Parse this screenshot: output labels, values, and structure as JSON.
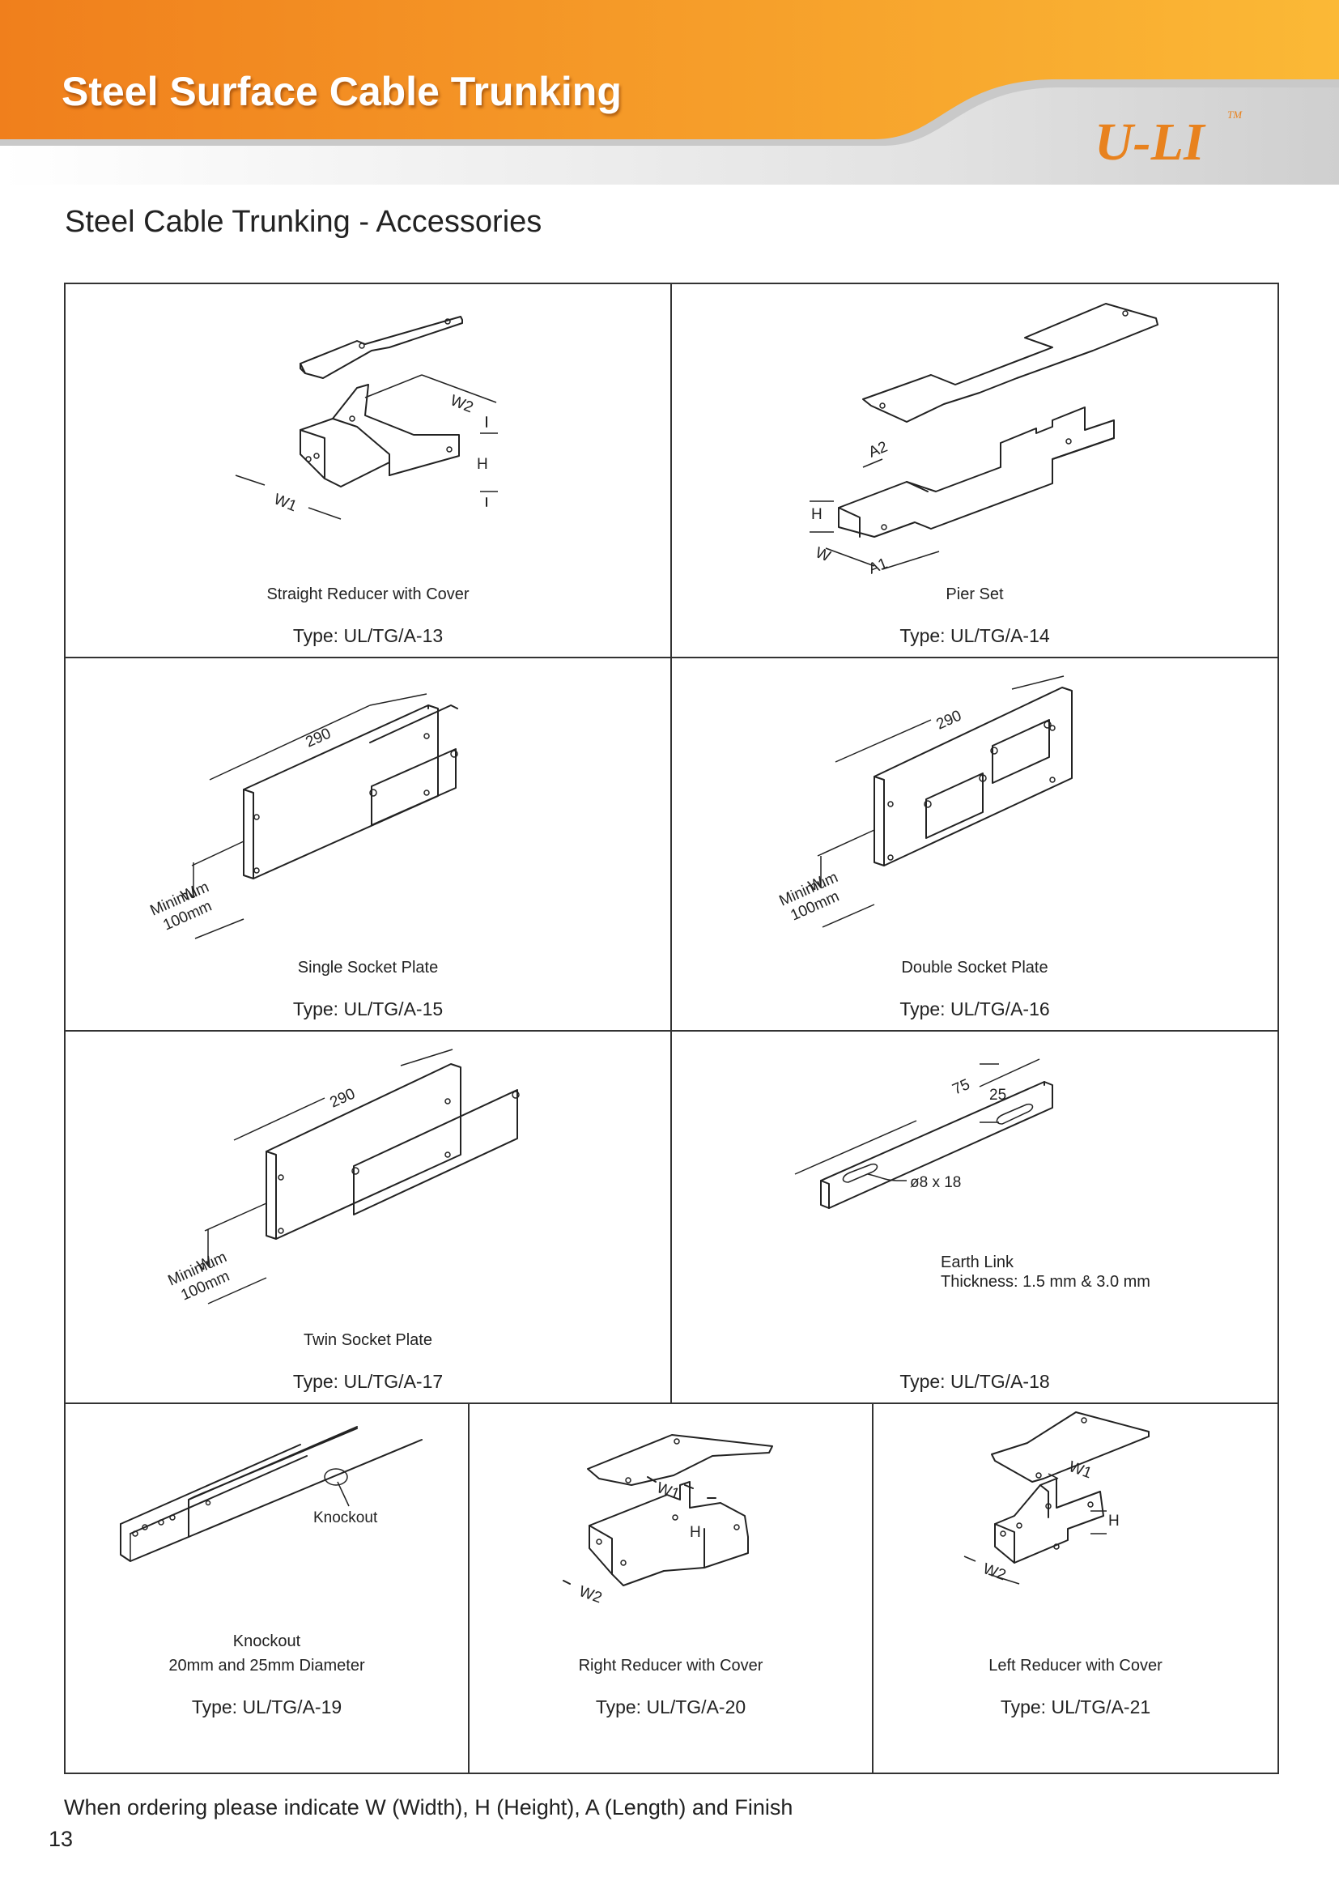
{
  "header": {
    "title": "Steel Surface Cable Trunking",
    "logo": "U-LI",
    "trademark": "TM",
    "colors": {
      "banner_start": "#f07f1c",
      "banner_end": "#fbb936",
      "logo": "#e8821e"
    }
  },
  "page_heading": "Steel Cable Trunking - Accessories",
  "items": [
    {
      "caption": "Straight Reducer with Cover",
      "type": "Type: UL/TG/A-13",
      "dims": [
        "W2",
        "H",
        "W1"
      ]
    },
    {
      "caption": "Pier Set",
      "type": "Type: UL/TG/A-14",
      "dims": [
        "A2",
        "H",
        "W",
        "A1"
      ]
    },
    {
      "caption": "Single Socket Plate",
      "type": "Type: UL/TG/A-15",
      "dims": [
        "290",
        "W",
        "Minimum",
        "100mm"
      ]
    },
    {
      "caption": "Double Socket Plate",
      "type": "Type: UL/TG/A-16",
      "dims": [
        "290",
        "W",
        "Minimum",
        "100mm"
      ]
    },
    {
      "caption": "Twin Socket Plate",
      "type": "Type: UL/TG/A-17",
      "dims": [
        "290",
        "W",
        "Minimum",
        "100mm"
      ]
    },
    {
      "caption": "Earth Link",
      "caption2": "Thickness: 1.5 mm & 3.0 mm",
      "type": "Type: UL/TG/A-18",
      "dims": [
        "75",
        "25",
        "ø8 x  18"
      ]
    },
    {
      "caption": "Knockout",
      "caption2": "20mm and 25mm Diameter",
      "type": "Type: UL/TG/A-19",
      "dims": [
        "Knockout"
      ]
    },
    {
      "caption": "Right Reducer with Cover",
      "type": "Type: UL/TG/A-20",
      "dims": [
        "W1",
        "H",
        "W2"
      ]
    },
    {
      "caption": "Left Reducer with Cover",
      "type": "Type: UL/TG/A-21",
      "dims": [
        "W1",
        "H",
        "W2"
      ]
    }
  ],
  "footer_note": "When ordering please indicate W (Width), H (Height), A (Length) and Finish",
  "page_number": "13"
}
